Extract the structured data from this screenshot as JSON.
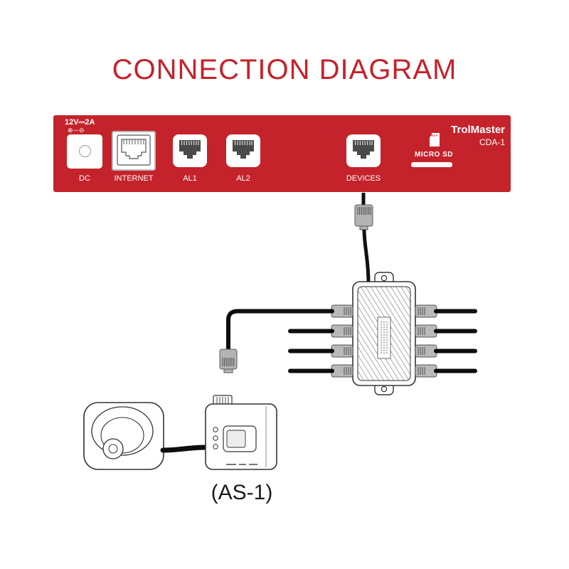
{
  "title": "CONNECTION DIAGRAM",
  "panel": {
    "power_rating": "12V⎓2A",
    "polarity": "⊕─⊖",
    "ports": {
      "dc": "DC",
      "internet": "INTERNET",
      "al1": "AL1",
      "al2": "AL2",
      "devices": "DEVICES",
      "micro_sd": "MICRO SD"
    },
    "brand": "TrolMaster",
    "model": "CDA-1"
  },
  "device_label": "(AS-1)",
  "icons": [
    "micro-sd-card-icon",
    "dc-jack",
    "rj45-port",
    "ethernet-port",
    "rj45-plug",
    "splitter-hub"
  ],
  "colors": {
    "panel_red": "#c4232b",
    "title_red": "#c5222a",
    "cable_black": "#0d0d0d",
    "line_art": "#333333"
  }
}
